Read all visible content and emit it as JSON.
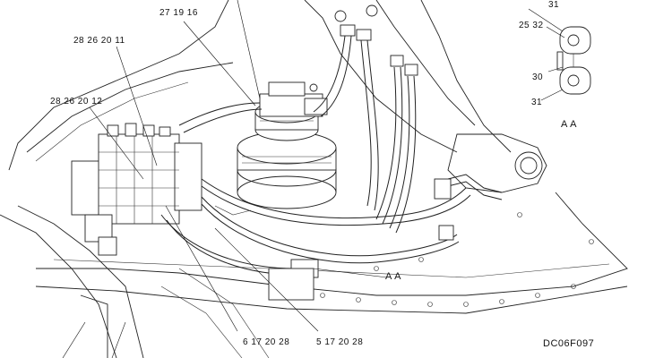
{
  "callouts": {
    "c_27_19_16": "27  19  16",
    "c_28_26_20_11": "28  26  20  11",
    "c_28_26_20_12": "28  26  20  12",
    "c_6_17_20_28": "6  17  20  28",
    "c_5_17_20_28": "5  17  20  28",
    "c_aa_leader": "A A",
    "c_31_top": "31",
    "c_25_32": "25  32",
    "c_30": "30",
    "c_31_bottom": "31",
    "c_section_aa": "A A"
  },
  "drawing_code": "DC06F097"
}
